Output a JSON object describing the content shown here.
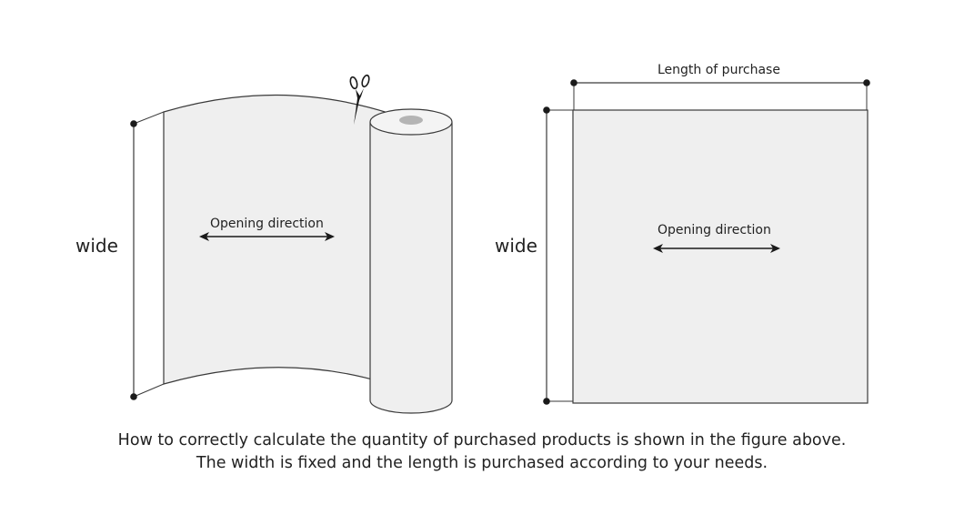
{
  "colors": {
    "sheet_fill": "#efefef",
    "line": "#3a3a3a",
    "core": "#b4b4b4",
    "text": "#222222",
    "background": "#ffffff"
  },
  "left_panel": {
    "width_label": "wide",
    "direction_label": "Opening direction",
    "tool_icon": "scissors-icon"
  },
  "right_panel": {
    "width_label": "wide",
    "length_label": "Length of purchase",
    "direction_label": "Opening direction"
  },
  "caption": {
    "line1": "How to correctly calculate the quantity of purchased products is shown in the figure above.",
    "line2": "The width is fixed and the length is purchased according to your needs."
  }
}
